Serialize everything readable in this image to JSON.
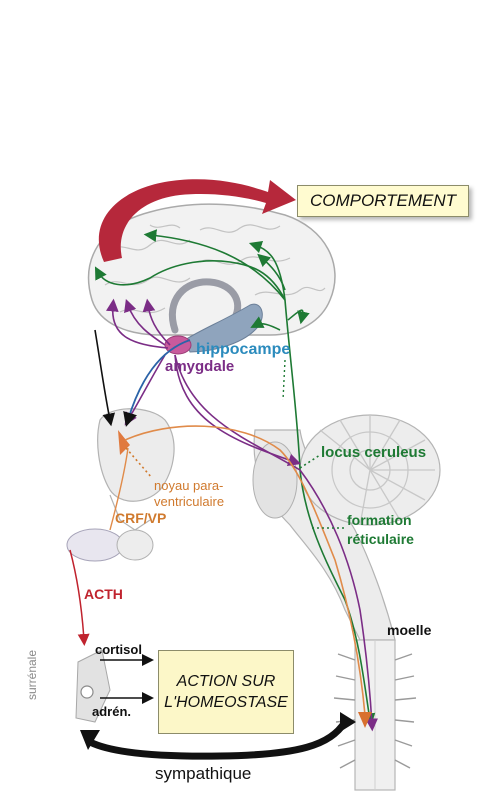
{
  "boxes": {
    "comportement": "COMPORTEMENT",
    "action_line1": "ACTION SUR",
    "action_line2": "L'HOMEOSTASE"
  },
  "labels": {
    "hippocampe": "hippocampe",
    "amygdale": "amygdale",
    "locus_ceruleus": "locus ceruleus",
    "formation_line1": "formation",
    "formation_line2": "réticulaire",
    "noyau_line1": "noyau para-",
    "noyau_line2": "ventriculaire",
    "crf_vp": "CRF/VP",
    "acth": "ACTH",
    "cortisol": "cortisol",
    "adren": "adrén.",
    "surrenale": "surrénale",
    "moelle": "moelle",
    "sympathique": "sympathique"
  },
  "colors": {
    "hippocampe": "#2b8bbd",
    "amygdale": "#7b2d86",
    "green_pathway": "#1e7a34",
    "orange_pathway": "#d07a2e",
    "red_arrow": "#c0232e",
    "box_fill": "#fffbd0"
  }
}
